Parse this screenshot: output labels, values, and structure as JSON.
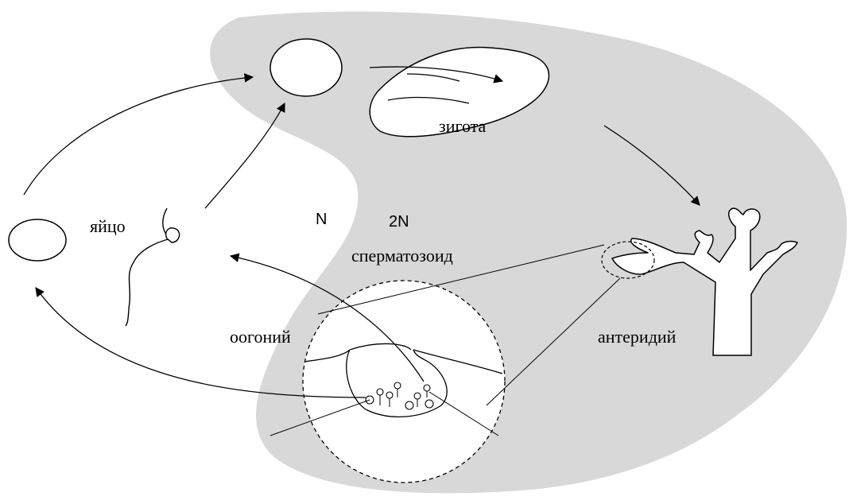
{
  "labels": {
    "zygote": "зигота",
    "egg": "яйцо",
    "haploid": "N",
    "diploid": "2N",
    "sperm": "сперматозоид",
    "oogonium": "оогоний",
    "antheridium": "антеридий"
  },
  "colors": {
    "diploid_region": "#d8d8d8",
    "stroke": "#000000",
    "background": "#ffffff"
  }
}
